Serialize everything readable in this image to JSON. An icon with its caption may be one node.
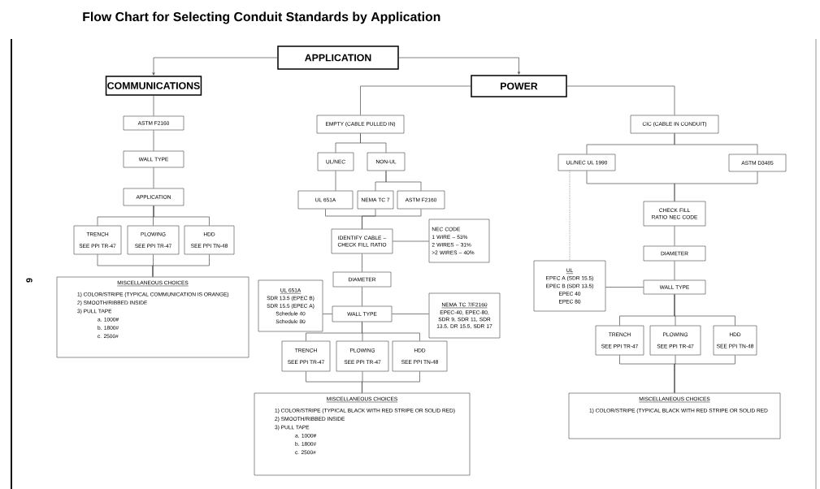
{
  "diagram": {
    "title": "Flow Chart for Selecting Conduit Standards by Application",
    "nodes": [
      {
        "text": [
          "APPLICATION"
        ]
      },
      {
        "text": [
          "COMMUNICATIONS"
        ]
      },
      {
        "text": [
          "POWER"
        ]
      },
      {
        "text": [
          "ASTM F2160"
        ]
      },
      {
        "text": [
          "WALL TYPE"
        ]
      },
      {
        "text": [
          "APPLICATION"
        ]
      },
      {
        "text": [
          "TRENCH",
          "SEE PPI TR-47"
        ]
      },
      {
        "text": [
          "PLOWING",
          "SEE PPI TR-47"
        ]
      },
      {
        "text": [
          "HDD",
          "SEE PPI TN-48"
        ]
      },
      {
        "text": [
          "MISCELLANEOUS CHOICES",
          "1) COLOR/STRIPE (TYPICAL COMMUNICATION IS ORANGE)",
          "2) SMOOTH/RIBBED INSIDE",
          "3) PULL TAPE",
          "a. 1000#",
          "b. 1800#",
          "c. 2500#"
        ]
      },
      {
        "text": [
          "EMPTY (CABLE PULLED IN)"
        ]
      },
      {
        "text": [
          "UL/NEC"
        ]
      },
      {
        "text": [
          "NON-UL"
        ]
      },
      {
        "text": [
          "UL 651A"
        ]
      },
      {
        "text": [
          "NEMA TC 7"
        ]
      },
      {
        "text": [
          "ASTM F2160"
        ]
      },
      {
        "text": [
          "IDENTIFY CABLE – CHECK FILL RATIO"
        ]
      },
      {
        "text": [
          "NEC CODE",
          "1 WIRE – 53%",
          "2 WIRES – 31%",
          ">2 WIRES – 40%"
        ]
      },
      {
        "text": [
          "DIAMETER"
        ]
      },
      {
        "text": [
          "UL 651A",
          "SDR 13.5 (EPEC B)",
          "SDR 15.5 (EPEC A)",
          "Schedule 40",
          "Schedule 80"
        ]
      },
      {
        "text": [
          "WALL TYPE"
        ]
      },
      {
        "text": [
          "NEMA TC 7/F2160",
          "EPEC-40, EPEC-80, SDR 9, SDR 11, SDR 13.5, DR 15.5, SDR 17"
        ]
      },
      {
        "text": [
          "TRENCH",
          "SEE PPI TR-47"
        ]
      },
      {
        "text": [
          "PLOWING",
          "SEE PPI TR-47"
        ]
      },
      {
        "text": [
          "HDD",
          "SEE PPI TN-48"
        ]
      },
      {
        "text": [
          "MISCELLANEOUS CHOICES",
          "1) COLOR/STRIPE (TYPICAL BLACK WITH RED STRIPE OR SOLID RED)",
          "2) SMOOTH/RIBBED INSIDE",
          "3) PULL TAPE",
          "a. 1000#",
          "b. 1800#",
          "c. 2500#"
        ]
      },
      {
        "text": [
          "CIC (CABLE IN CONDUIT)"
        ]
      },
      {
        "text": [
          "UL/NEC UL 1990"
        ]
      },
      {
        "text": [
          "ASTM D3485"
        ]
      },
      {
        "text": [
          "CHECK FILL RATIO NEC CODE"
        ]
      },
      {
        "text": [
          "DIAMETER"
        ]
      },
      {
        "text": [
          "UL",
          "EPEC A (SDR 15.5)",
          "EPEC B (SDR 13.5)",
          "EPEC 40",
          "EPEC 80"
        ]
      },
      {
        "text": [
          "WALL TYPE"
        ]
      },
      {
        "text": [
          "TRENCH",
          "SEE PPI TR-47"
        ]
      },
      {
        "text": [
          "PLOWING",
          "SEE PPI TR-47"
        ]
      },
      {
        "text": [
          "HDD",
          "SEE PPI TN-48"
        ]
      },
      {
        "text": [
          "MISCELLANEOUS CHOICES",
          "1) COLOR/STRIPE (TYPICAL BLACK WITH RED STRIPE OR SOLID RED"
        ]
      }
    ],
    "edges": [
      {
        "from": 0,
        "to": 1,
        "arrow": "to"
      },
      {
        "from": 0,
        "to": 2,
        "arrow": "to"
      },
      {
        "from": 1,
        "to": 3,
        "arrow": "none"
      },
      {
        "from": 3,
        "to": 4,
        "arrow": "none"
      },
      {
        "from": 4,
        "to": 5,
        "arrow": "none"
      },
      {
        "from": 5,
        "to": 6,
        "arrow": "none"
      },
      {
        "from": 5,
        "to": 7,
        "arrow": "none"
      },
      {
        "from": 5,
        "to": 8,
        "arrow": "none"
      },
      {
        "from": 6,
        "to": 9,
        "arrow": "none"
      },
      {
        "from": 7,
        "to": 9,
        "arrow": "none"
      },
      {
        "from": 8,
        "to": 9,
        "arrow": "none"
      },
      {
        "from": 2,
        "to": 10,
        "arrow": "none"
      },
      {
        "from": 2,
        "to": 26,
        "arrow": "none"
      },
      {
        "from": 10,
        "to": 11,
        "arrow": "none"
      },
      {
        "from": 10,
        "to": 12,
        "arrow": "none"
      },
      {
        "from": 11,
        "to": 13,
        "arrow": "none"
      },
      {
        "from": 12,
        "to": 14,
        "arrow": "none"
      },
      {
        "from": 12,
        "to": 15,
        "arrow": "none"
      },
      {
        "from": 13,
        "to": 16,
        "arrow": "none"
      },
      {
        "from": 14,
        "to": 16,
        "arrow": "none"
      },
      {
        "from": 15,
        "to": 16,
        "arrow": "none"
      },
      {
        "from": 16,
        "to": 17,
        "arrow": "none"
      },
      {
        "from": 16,
        "to": 18,
        "arrow": "none"
      },
      {
        "from": 18,
        "to": 20,
        "arrow": "none"
      },
      {
        "from": 19,
        "to": 20,
        "arrow": "none"
      },
      {
        "from": 20,
        "to": 21,
        "arrow": "none"
      },
      {
        "from": 20,
        "to": 22,
        "arrow": "none"
      },
      {
        "from": 20,
        "to": 23,
        "arrow": "none"
      },
      {
        "from": 20,
        "to": 24,
        "arrow": "none"
      },
      {
        "from": 22,
        "to": 25,
        "arrow": "none"
      },
      {
        "from": 23,
        "to": 25,
        "arrow": "none"
      },
      {
        "from": 24,
        "to": 25,
        "arrow": "none"
      },
      {
        "from": 26,
        "to": 27,
        "arrow": "none"
      },
      {
        "from": 26,
        "to": 28,
        "arrow": "none"
      },
      {
        "from": 27,
        "to": 29,
        "arrow": "none"
      },
      {
        "from": 28,
        "to": 29,
        "arrow": "none"
      },
      {
        "from": 27,
        "to": 31,
        "arrow": "none",
        "style": "dashed"
      },
      {
        "from": 29,
        "to": 30,
        "arrow": "none"
      },
      {
        "from": 30,
        "to": 32,
        "arrow": "none"
      },
      {
        "from": 31,
        "to": 32,
        "arrow": "none"
      },
      {
        "from": 32,
        "to": 33,
        "arrow": "none"
      },
      {
        "from": 32,
        "to": 34,
        "arrow": "none"
      },
      {
        "from": 32,
        "to": 35,
        "arrow": "none"
      },
      {
        "from": 33,
        "to": 36,
        "arrow": "none"
      },
      {
        "from": 34,
        "to": 36,
        "arrow": "none"
      },
      {
        "from": 35,
        "to": 36,
        "arrow": "none"
      }
    ],
    "labels": [
      "9"
    ]
  }
}
